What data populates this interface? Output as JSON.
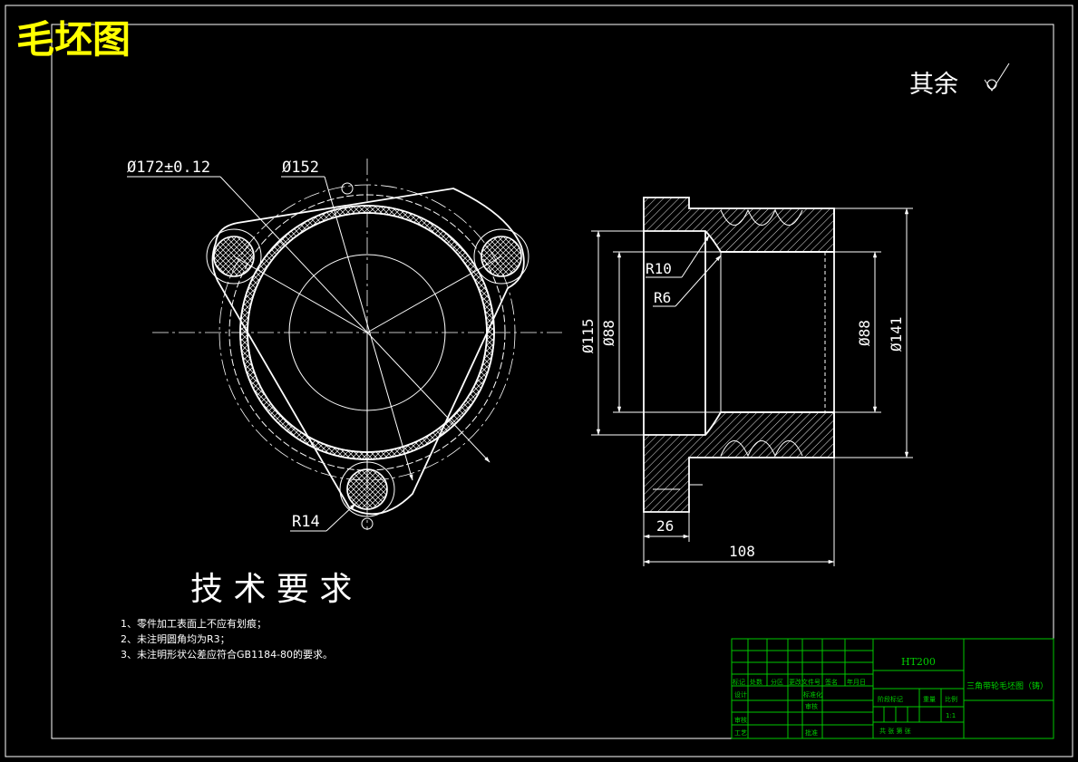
{
  "drawing": {
    "title": "毛坯图",
    "roughness_note": "其余",
    "tech_req_heading": "技 术 要 求",
    "notes": [
      "1、零件加工表面上不应有划痕；",
      "2、未注明圆角均为R3；",
      "3、未注明形状公差应符合GB1184-80的要求。"
    ]
  },
  "dimensions": {
    "front": {
      "d172": "Ø172±0.12",
      "d152": "Ø152",
      "r14": "R14"
    },
    "side": {
      "r10": "R10",
      "r6": "R6",
      "d115": "Ø115",
      "d88_left": "Ø88",
      "d88_right": "Ø88",
      "d141": "Ø141",
      "len26": "26",
      "len108": "108"
    }
  },
  "title_block": {
    "material": "HT200",
    "part_name": "三角带轮毛坯图（铸）",
    "h_mark": "标记",
    "h_count": "处数",
    "h_zone": "分区",
    "h_docno": "更改文件号",
    "h_sign": "签名",
    "h_date": "年月日",
    "r_design": "设计",
    "r_std": "标准化",
    "r_review": "审核",
    "r_craft": "工艺",
    "r_check": "审核",
    "r_approve": "批准",
    "stage_label": "阶段标记",
    "weight_label": "重量",
    "scale_label": "比例",
    "scale_value": "1:1",
    "sheets_label": "共 张 第 张"
  }
}
